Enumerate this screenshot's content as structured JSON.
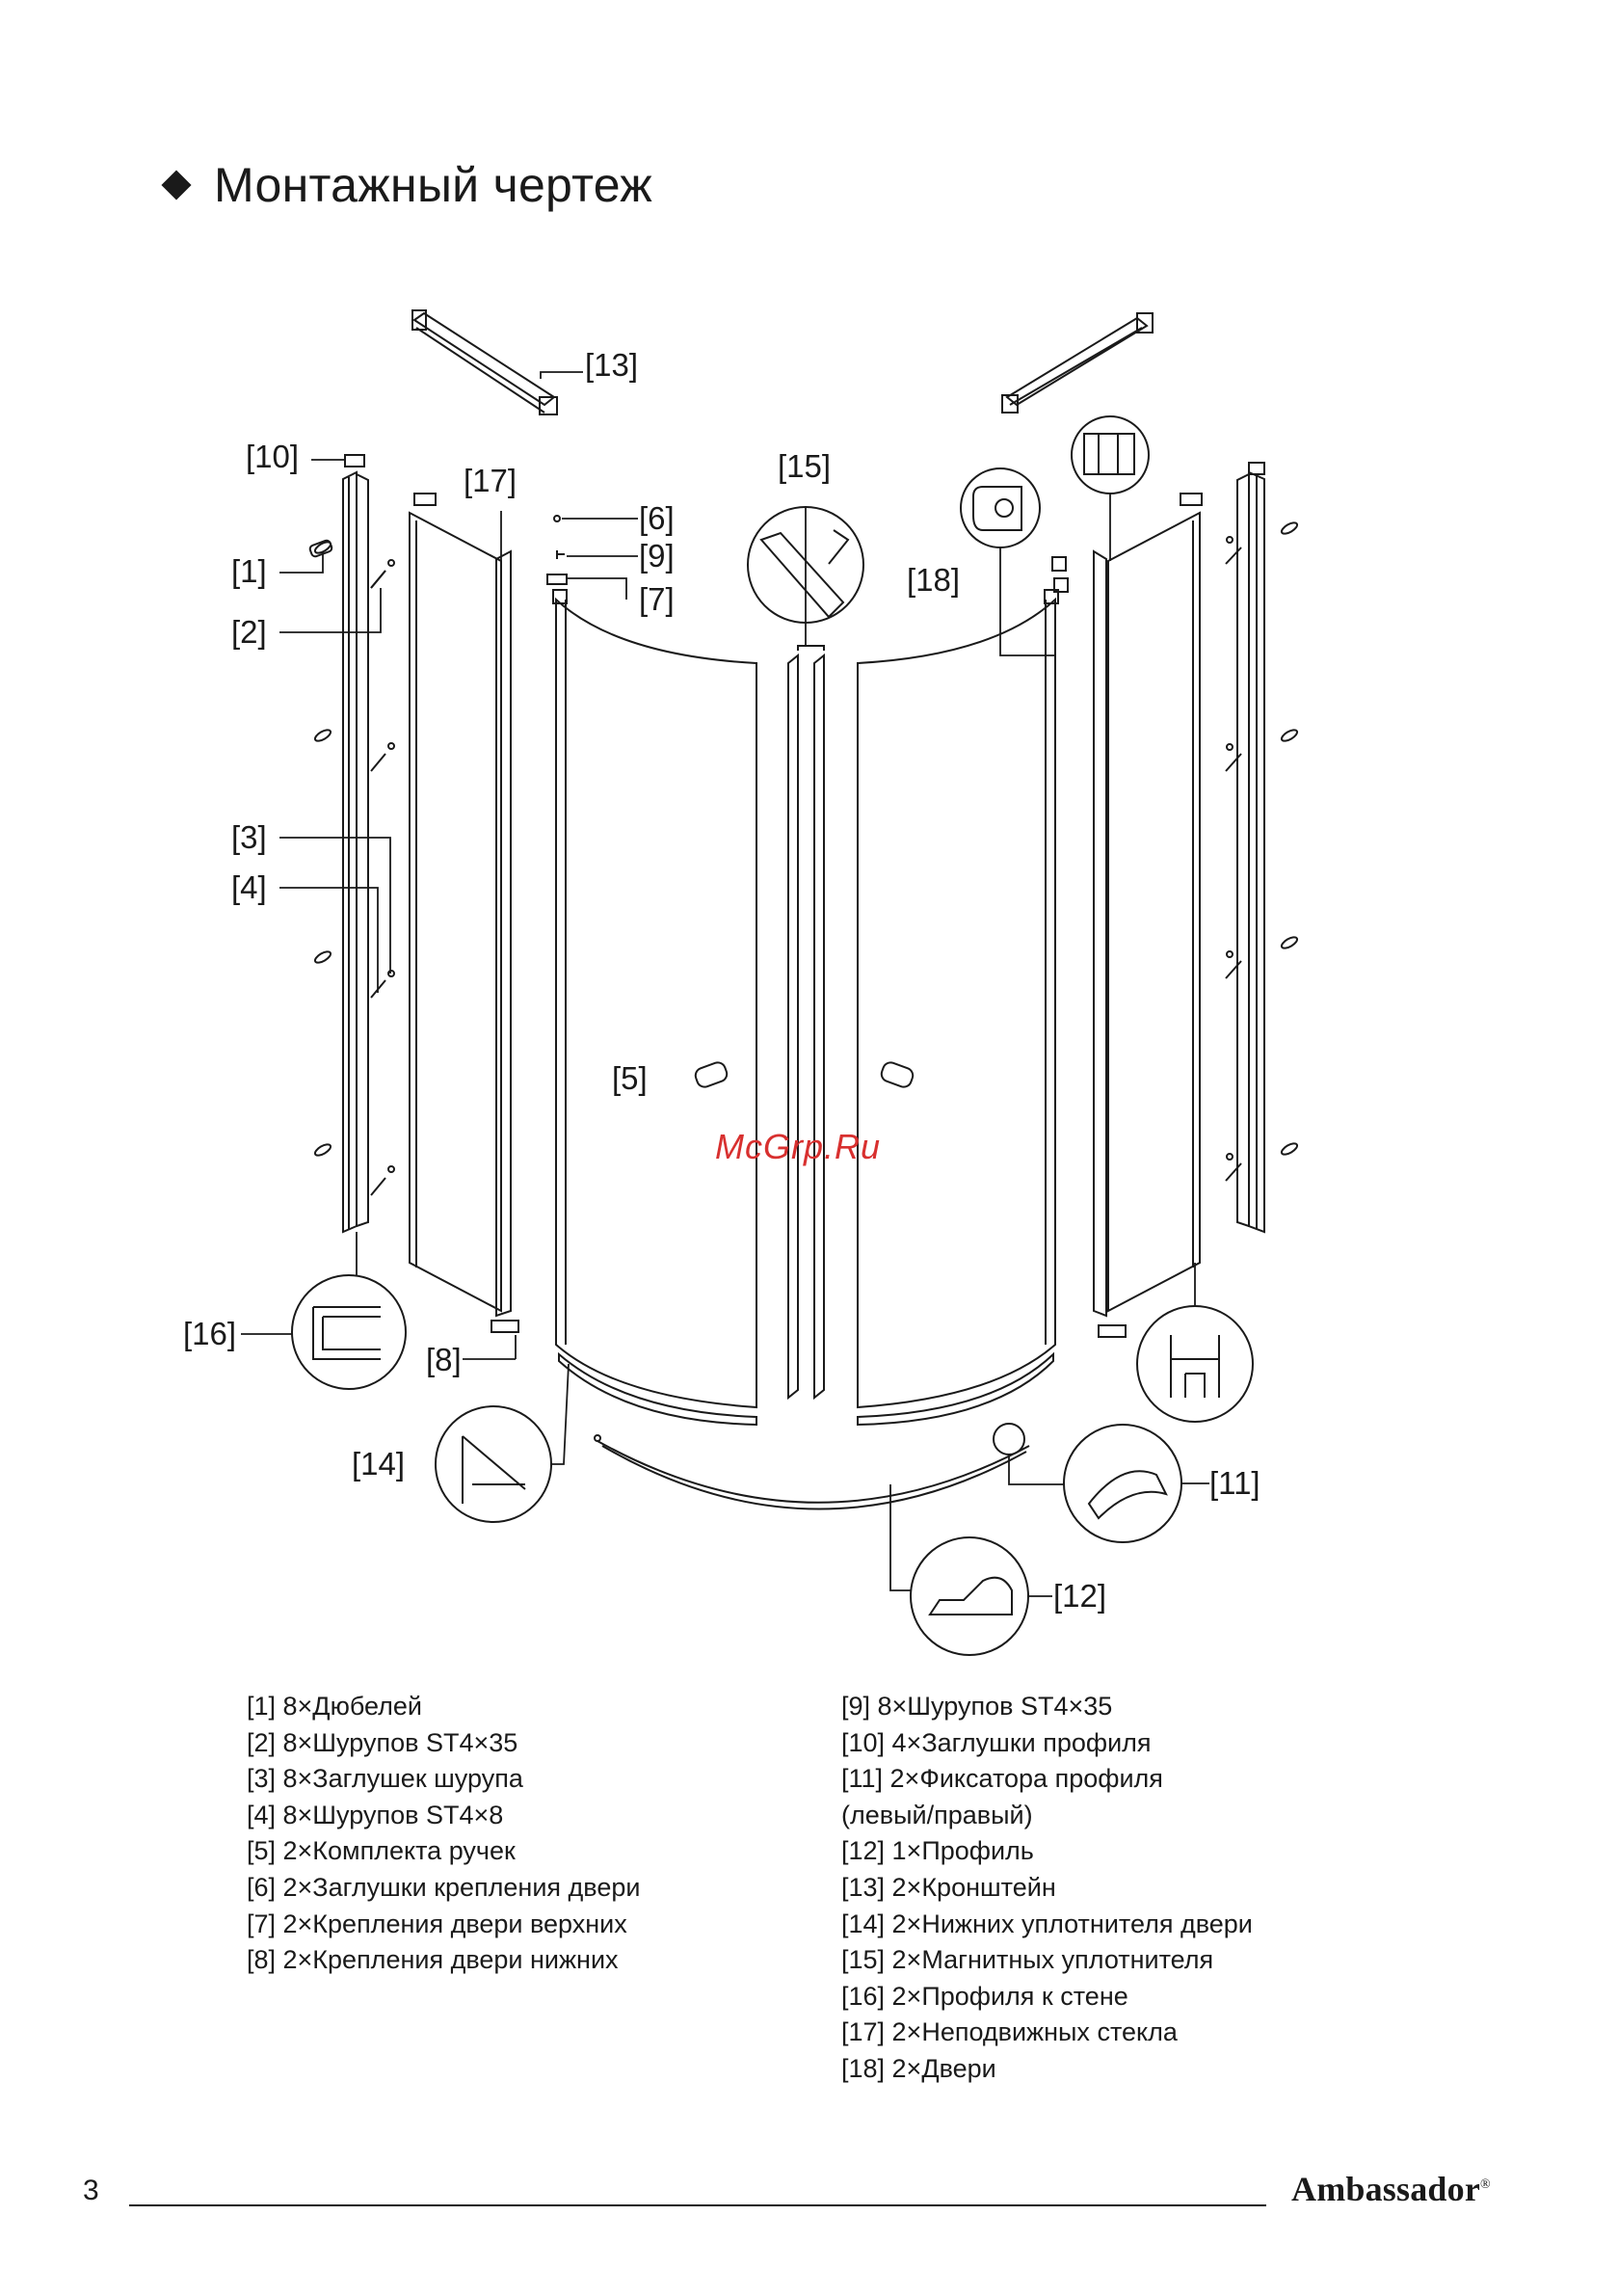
{
  "title": "Монтажный чертеж",
  "callouts": {
    "c1": "[1]",
    "c2": "[2]",
    "c3": "[3]",
    "c4": "[4]",
    "c5": "[5]",
    "c6": "[6]",
    "c7": "[7]",
    "c8": "[8]",
    "c9": "[9]",
    "c10": "[10]",
    "c11": "[11]",
    "c12": "[12]",
    "c13": "[13]",
    "c14": "[14]",
    "c15": "[15]",
    "c16": "[16]",
    "c17": "[17]",
    "c18": "[18]"
  },
  "watermark": "McGrp.Ru",
  "parts_left": [
    "[1] 8×Дюбелей",
    "[2] 8×Шурупов ST4×35",
    "[3] 8×Заглушек шурупа",
    "[4] 8×Шурупов ST4×8",
    "[5] 2×Комплекта ручек",
    "[6] 2×Заглушки крепления двери",
    "[7] 2×Крепления двери верхних",
    "[8] 2×Крепления двери нижних"
  ],
  "parts_right": [
    "[9] 8×Шурупов ST4×35",
    "[10] 4×Заглушки профиля",
    "[11] 2×Фиксатора профиля",
    "(левый/правый)",
    "[12] 1×Профиль",
    "[13] 2×Кронштейн",
    "[14] 2×Нижних уплотнителя двери",
    "[15] 2×Магнитных уплотнителя",
    "[16] 2×Профиля к стене",
    "[17] 2×Неподвижных стекла",
    "[18] 2×Двери"
  ],
  "footer": {
    "page_number": "3",
    "brand": "Ambassador",
    "brand_mark": "®"
  }
}
